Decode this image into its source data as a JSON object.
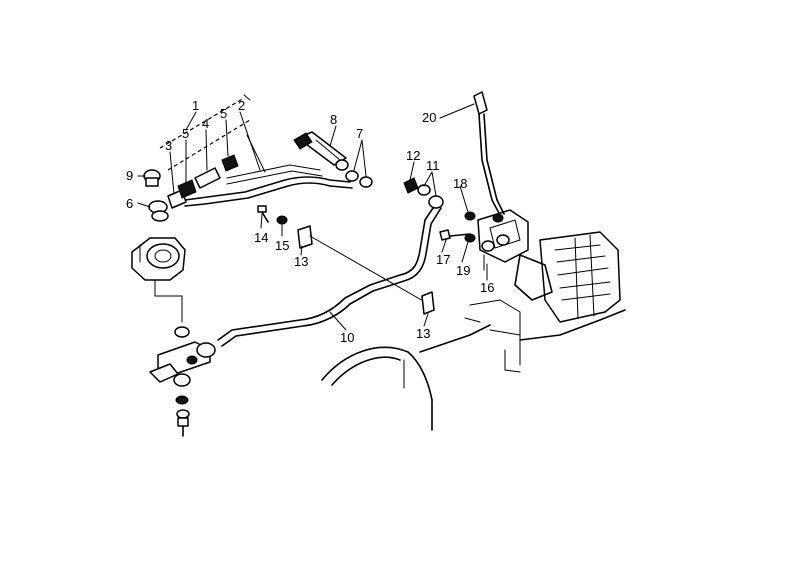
{
  "callouts": {
    "c1": "1",
    "c2": "2",
    "c3": "3",
    "c4": "4",
    "c5a": "5",
    "c5b": "5",
    "c6": "6",
    "c7": "7",
    "c8": "8",
    "c9": "9",
    "c10": "10",
    "c11": "11",
    "c12": "12",
    "c13a": "13",
    "c13b": "13",
    "c14": "14",
    "c15": "15",
    "c16": "16",
    "c17": "17",
    "c18": "18",
    "c19": "19",
    "c20": "20"
  }
}
